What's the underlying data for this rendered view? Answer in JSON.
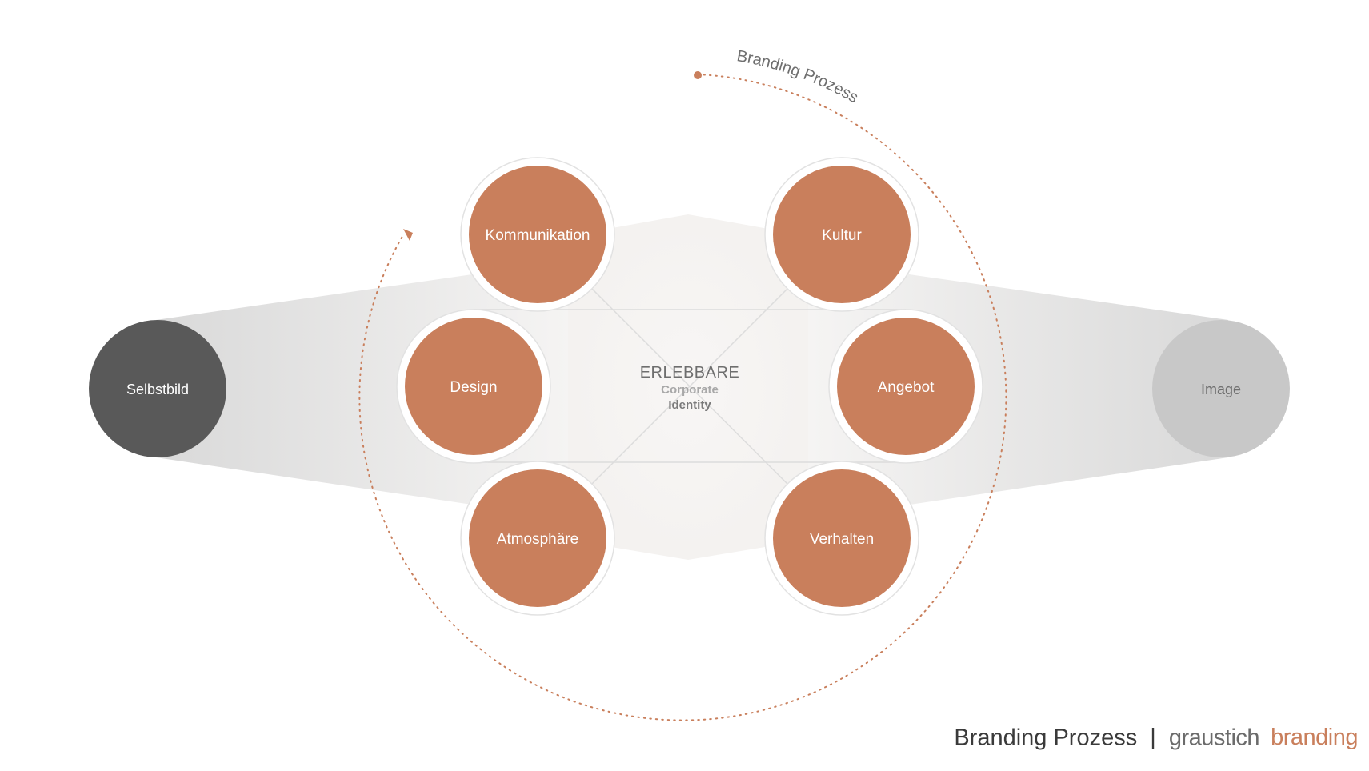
{
  "colors": {
    "node_fill": "#c97f5c",
    "accent": "#c97f5c",
    "selbstbild_fill": "#595959",
    "image_fill": "#c8c8c8",
    "ring_stroke": "#e2e2e2"
  },
  "arc_label": "Branding Prozess",
  "center": {
    "title": "ERLEBBARE",
    "line2": "Corporate",
    "line3": "Identity"
  },
  "endpoints": {
    "left": "Selbstbild",
    "right": "Image"
  },
  "nodes": [
    {
      "label": "Kommunikation"
    },
    {
      "label": "Kultur"
    },
    {
      "label": "Design"
    },
    {
      "label": "Angebot"
    },
    {
      "label": "Atmosphäre"
    },
    {
      "label": "Verhalten"
    }
  ],
  "footer": {
    "title": "Branding Prozess",
    "separator": "|",
    "brand_part1": "graustich",
    "brand_part2": "branding"
  }
}
